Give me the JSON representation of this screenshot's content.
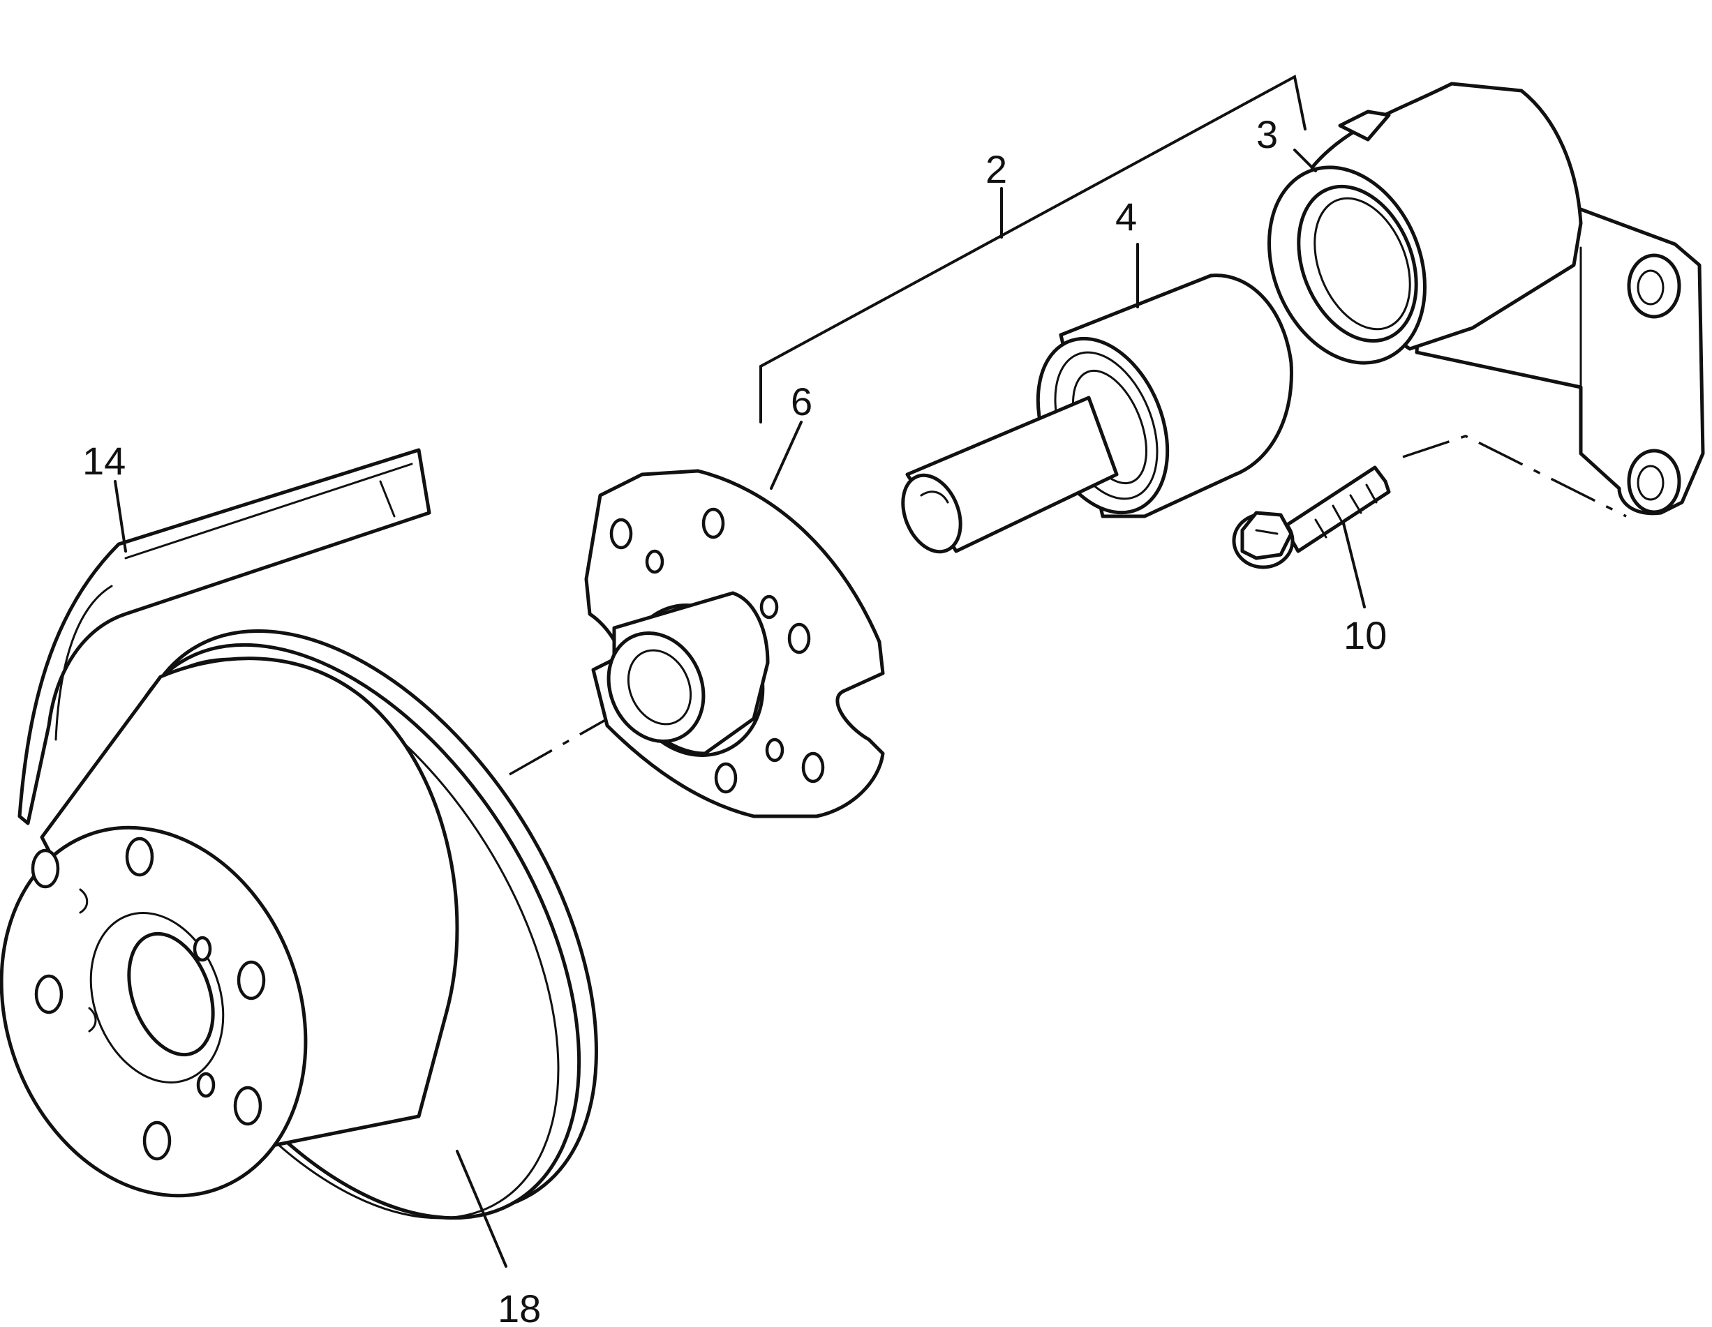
{
  "callouts": [
    {
      "id": "2",
      "label": "2"
    },
    {
      "id": "3",
      "label": "3"
    },
    {
      "id": "4",
      "label": "4"
    },
    {
      "id": "6",
      "label": "6"
    },
    {
      "id": "10",
      "label": "10"
    },
    {
      "id": "14",
      "label": "14"
    },
    {
      "id": "18",
      "label": "18"
    }
  ],
  "colors": {
    "ink": "#111111",
    "paper": "#ffffff"
  }
}
